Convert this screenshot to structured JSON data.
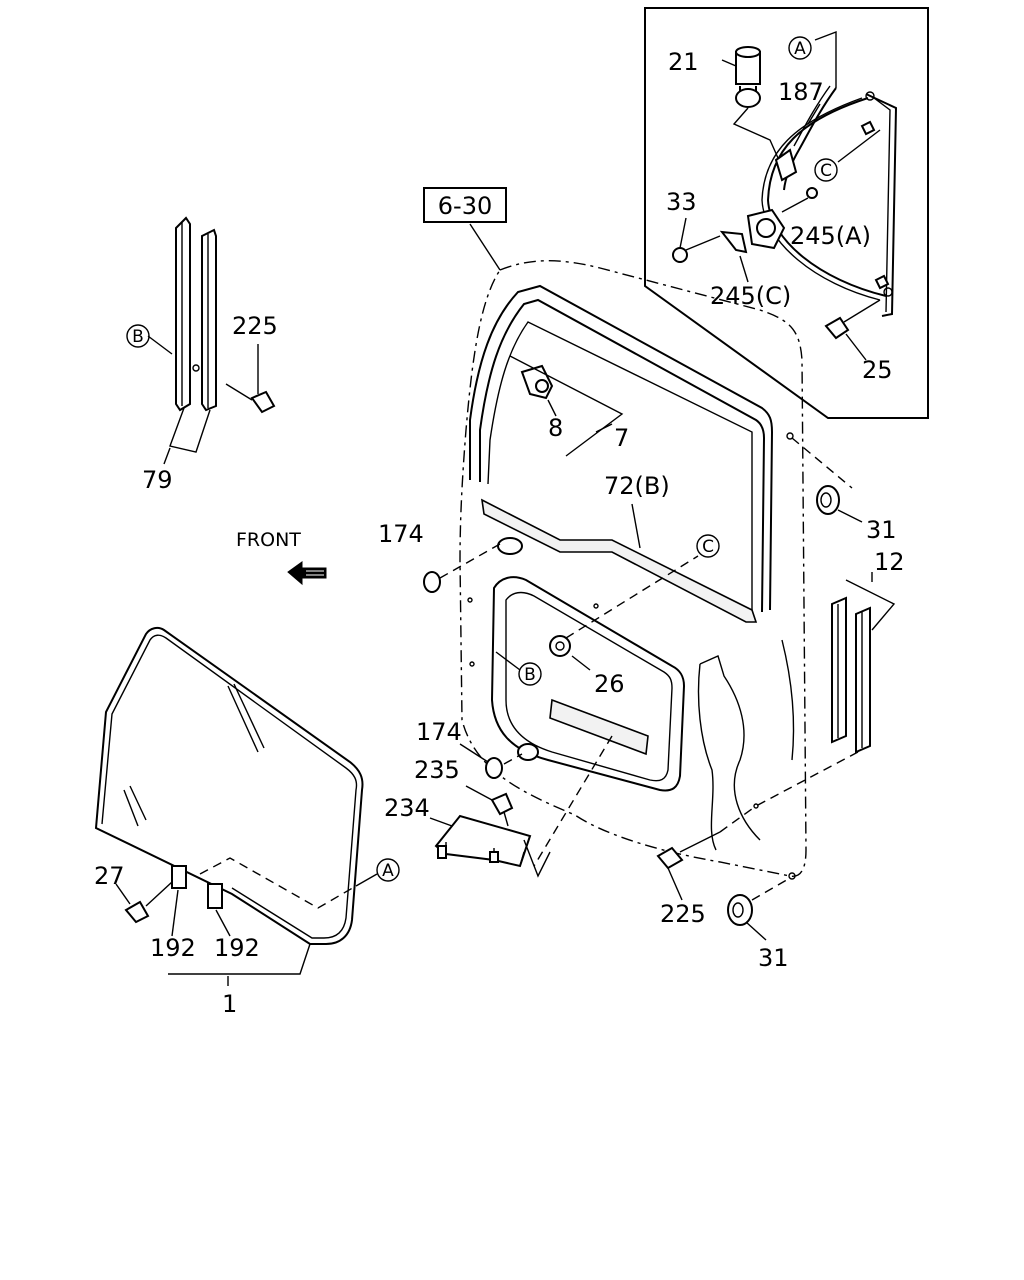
{
  "ref_box": "6-30",
  "front_label": "FRONT",
  "callouts": {
    "a": "A",
    "b": "B",
    "c": "C"
  },
  "parts": {
    "p1": "1",
    "p7": "7",
    "p8": "8",
    "p12": "12",
    "p21": "21",
    "p25": "25",
    "p26": "26",
    "p27": "27",
    "p31a": "31",
    "p31b": "31",
    "p33": "33",
    "p72b": "72(B)",
    "p79": "79",
    "p174a": "174",
    "p174b": "174",
    "p187": "187",
    "p192a": "192",
    "p192b": "192",
    "p225a": "225",
    "p225b": "225",
    "p234": "234",
    "p235": "235",
    "p245a": "245(A)",
    "p245c": "245(C)"
  }
}
